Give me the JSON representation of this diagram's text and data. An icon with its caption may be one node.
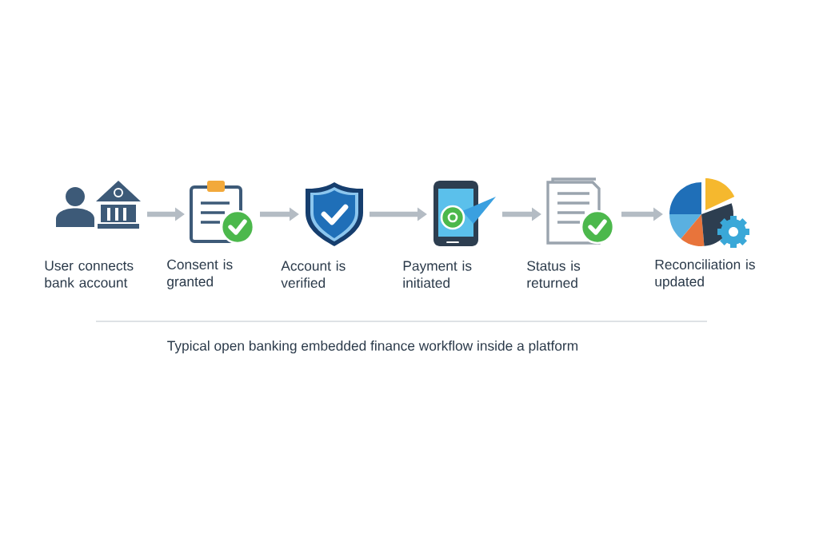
{
  "diagram": {
    "caption": "Typical open banking embedded finance workflow inside a platform",
    "nodes": [
      {
        "text": [
          "User connects bank account"
        ]
      },
      {
        "text": [
          "Consent is granted"
        ]
      },
      {
        "text": [
          "Account is verified"
        ]
      },
      {
        "text": [
          "Payment is initiated"
        ]
      },
      {
        "text": [
          "Status is returned"
        ]
      },
      {
        "text": [
          "Reconciliation is updated"
        ]
      }
    ],
    "edges": [
      {
        "from": 0,
        "to": 1,
        "arrow": "to"
      },
      {
        "from": 1,
        "to": 2,
        "arrow": "to"
      },
      {
        "from": 2,
        "to": 3,
        "arrow": "to"
      },
      {
        "from": 3,
        "to": 4,
        "arrow": "to"
      },
      {
        "from": 4,
        "to": 5,
        "arrow": "to"
      }
    ]
  }
}
